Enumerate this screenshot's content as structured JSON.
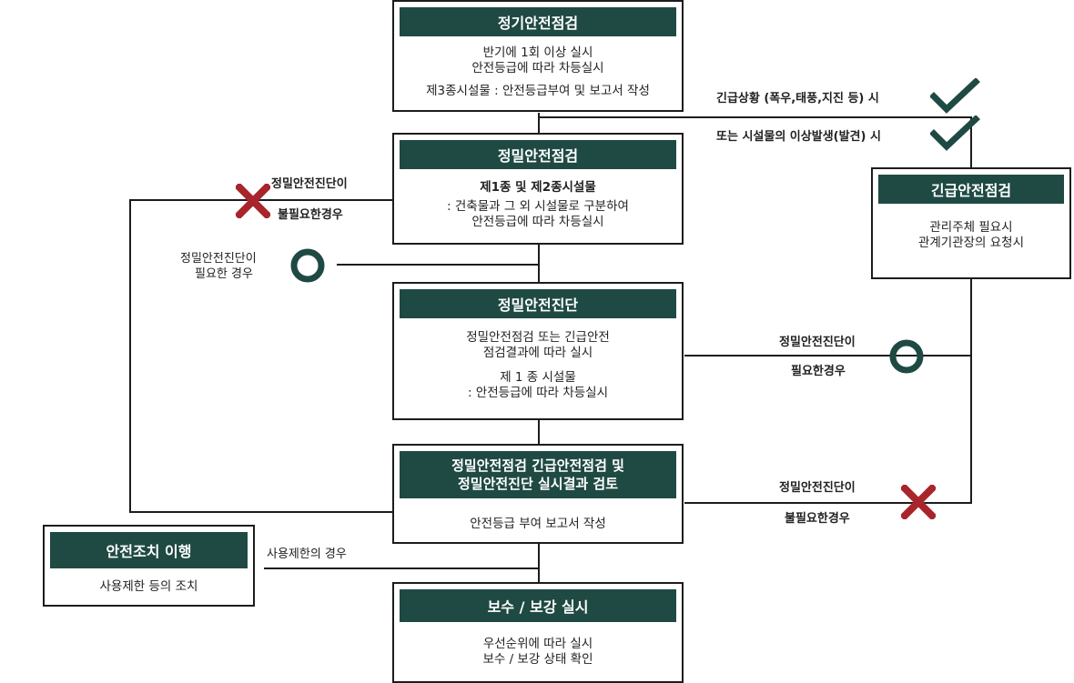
{
  "boxes": {
    "regular": {
      "title": "정기안전점검",
      "lines": [
        "반기에 1회 이상 실시",
        "안전등급에 따라 차등실시"
      ],
      "line3": "제3종시설물 : 안전등급부여 및 보고서 작성"
    },
    "precise": {
      "title": "정밀안전점검",
      "line1": "제1종 및 제2종시설물",
      "lines": [
        ": 건축물과 그 외 시설물로 구분하여",
        "안전등급에 따라 차등실시"
      ]
    },
    "emergency": {
      "title": "긴급안전점검",
      "lines": [
        "관리주체 필요시",
        "관계기관장의 요청시"
      ]
    },
    "diagnosis": {
      "title": "정밀안전진단",
      "lines": [
        "정밀안전점검 또는 긴급안전",
        "점검결과에 따라 실시"
      ],
      "lines2": [
        "제 1 종 시설물",
        ": 안전등급에 따라 차등실시"
      ]
    },
    "review": {
      "title_lines": [
        "정밀안전점검 긴급안전점검 및",
        "정밀안전진단 실시결과 검토"
      ],
      "body": "안전등급 부여 보고서 작성"
    },
    "safety": {
      "title": "안전조치 이행",
      "body": "사용제한 등의 조치"
    },
    "repair": {
      "title": "보수 / 보강 실시",
      "lines": [
        "우선순위에 따라 실시",
        "보수 / 보강 상태 확인"
      ]
    }
  },
  "labels": {
    "emergency_cond1": "긴급상황 (폭우,태풍,지진 등) 시",
    "emergency_cond2": "또는 시설물의 이상발생(발견) 시",
    "left_not_needed_1": "정밀안전진단이",
    "left_not_needed_2": "불필요한경우",
    "left_needed_1": "정밀안전진단이",
    "left_needed_2": "필요한 경우",
    "right_needed_1": "정밀안전진단이",
    "right_needed_2": "필요한경우",
    "right_not_needed_1": "정밀안전진단이",
    "right_not_needed_2": "불필요한경우",
    "restriction": "사용제한의 경우"
  },
  "colors": {
    "header_bg": "#1f4a43",
    "check": "#1f4a43",
    "circle": "#1f4a43",
    "cross": "#a8252c"
  },
  "icons": [
    "check-icon",
    "check-icon",
    "cross-icon",
    "circle-icon",
    "circle-icon",
    "cross-icon"
  ]
}
